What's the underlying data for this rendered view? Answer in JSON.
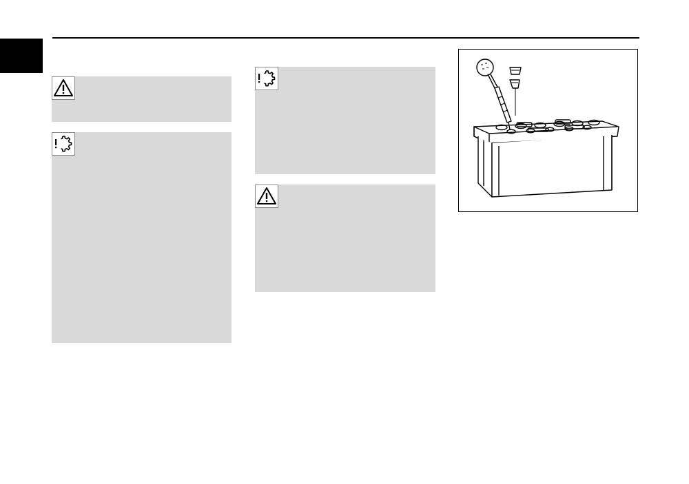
{
  "page": {
    "notices": [
      {
        "type": "warning",
        "icon": "warning-triangle-icon"
      },
      {
        "type": "caution",
        "icon": "gear-caution-icon"
      },
      {
        "type": "caution",
        "icon": "gear-caution-icon"
      },
      {
        "type": "warning",
        "icon": "warning-triangle-icon"
      }
    ],
    "figure": {
      "icon": "battery-hydrometer-illustration"
    }
  }
}
